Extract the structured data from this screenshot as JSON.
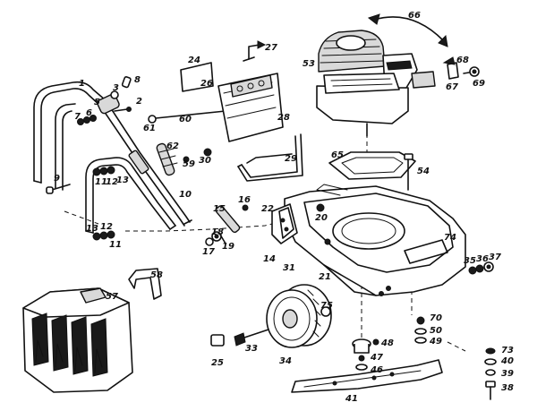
{
  "labels": {
    "p1": "1",
    "p2": "2",
    "p3": "3",
    "p5": "5",
    "p6": "6",
    "p7": "7",
    "p8": "8",
    "p9": "9",
    "p10": "10",
    "p11": "11",
    "p11b": "11",
    "p12": "12",
    "p12b": "12",
    "p13": "13",
    "p13b": "13",
    "p14": "14",
    "p15": "15",
    "p16": "16",
    "p17": "17",
    "p18": "18",
    "p19": "19",
    "p20": "20",
    "p21": "21",
    "p22": "22",
    "p24": "24",
    "p25": "25",
    "p26": "26",
    "p27": "27",
    "p28": "28",
    "p29": "29",
    "p30": "30",
    "p31": "31",
    "p33": "33",
    "p34": "34",
    "p35": "35",
    "p36": "36",
    "p37": "37",
    "p38": "38",
    "p39": "39",
    "p40": "40",
    "p41": "41",
    "p46": "46",
    "p47": "47",
    "p48": "48",
    "p49": "49",
    "p50": "50",
    "p53": "53",
    "p54": "54",
    "p57": "57",
    "p58": "58",
    "p59": "59",
    "p60": "60",
    "p61": "61",
    "p62": "62",
    "p65": "65",
    "p66": "66",
    "p67": "67",
    "p68": "68",
    "p69": "69",
    "p70": "70",
    "p73": "73",
    "p74": "74",
    "p75": "75"
  }
}
